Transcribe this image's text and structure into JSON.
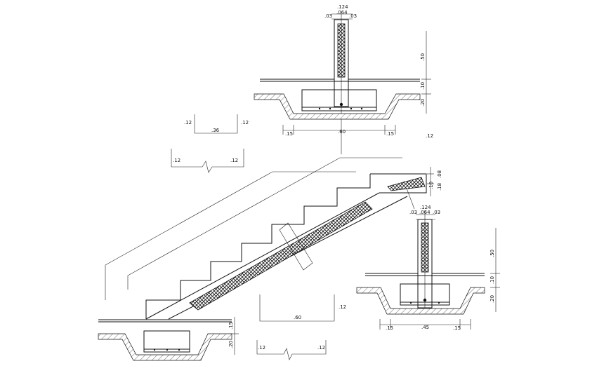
{
  "top_detail": {
    "dims_top": [
      ".124",
      ".03",
      ".064",
      ".03"
    ],
    "dims_right": [
      ".50",
      ".10",
      ".20"
    ],
    "dims_bottom": [
      ".15",
      ".60",
      ".15"
    ]
  },
  "right_detail": {
    "dims_top": [
      ".124",
      ".03",
      ".064",
      ".03"
    ],
    "dims_right": [
      ".50",
      ".10",
      ".20"
    ],
    "dims_bottom": [
      ".15",
      ".45",
      ".15"
    ]
  },
  "stair": {
    "landing_dims": [
      ".08",
      ".10",
      ".18"
    ],
    "base_dims": [
      ".15",
      ".20"
    ]
  },
  "loose_labels": {
    "stirrup_top_left": ".12",
    "stirrup_top_mid": ".36",
    "stirrup_top_right": ".12",
    "right_float": ".12",
    "bar_left": ".12",
    "bar_right": ".12",
    "footing_width": ".60",
    "footing_side": ".12",
    "bottom_bar_left": ".12",
    "bottom_bar_right": ".12"
  }
}
